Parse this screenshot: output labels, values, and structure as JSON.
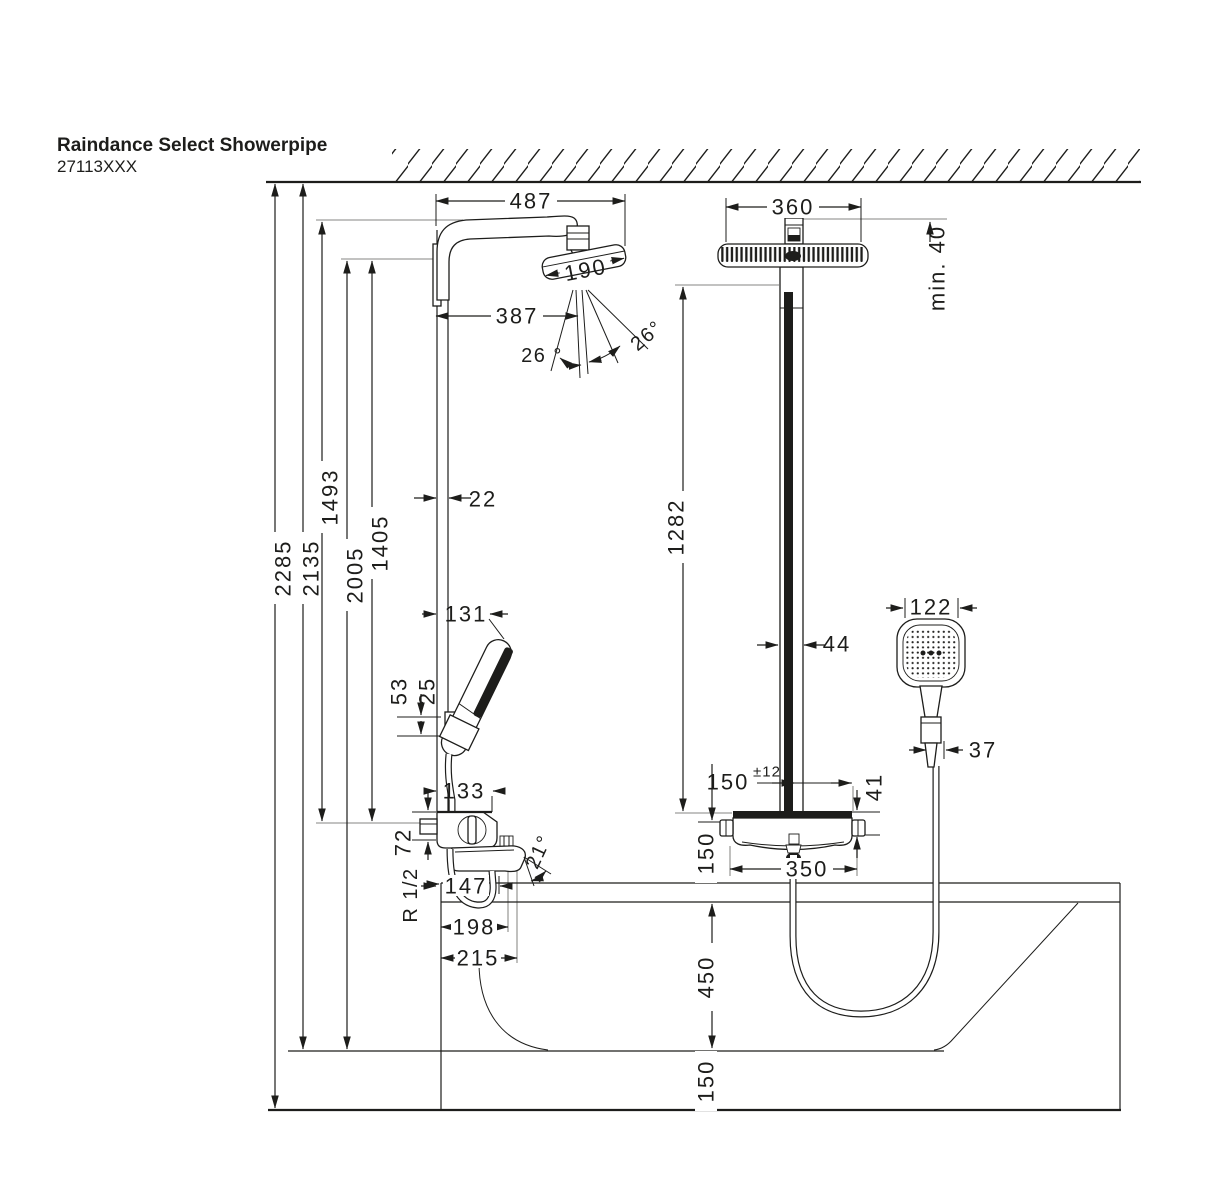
{
  "header": {
    "title": "Raindance Select Showerpipe",
    "model": "27113XXX"
  },
  "drawing": {
    "colors": {
      "ink": "#1d1d1b",
      "ext": "#9d9d9c",
      "bg": "#ffffff"
    },
    "dims": {
      "arm_projection": "487",
      "overhead_width_front": "360",
      "ceiling_clearance": "min. 40",
      "overhead_width_side": "190",
      "spray_center_offset": "387",
      "spray_angle_left": "26 °",
      "spray_angle_right": "26°",
      "total_height": "2285",
      "ceiling_height": "2135",
      "valve_to_arm_top": "1493",
      "spray_face_height": "2005",
      "valve_to_spray_face": "1405",
      "riser_depth": "22",
      "handshower_offset": "131",
      "holder_upper": "53",
      "holder_lower": "25",
      "spray_to_valve_front": "1282",
      "riser_width": "44",
      "handshower_width": "122",
      "handle_width": "37",
      "mixer_width": "133",
      "mixer_offset": "72",
      "hose_thread": "R 1/2",
      "spout_reach": "147",
      "spout_angle": "21°",
      "spout_projection": "198",
      "mixer_projection": "215",
      "connection_distance": "150",
      "connection_tolerance": "±12",
      "escutcheon_height": "41",
      "valve_above_rim": "150",
      "valve_width": "350",
      "rim_height": "450",
      "floor_recess": "150"
    }
  }
}
